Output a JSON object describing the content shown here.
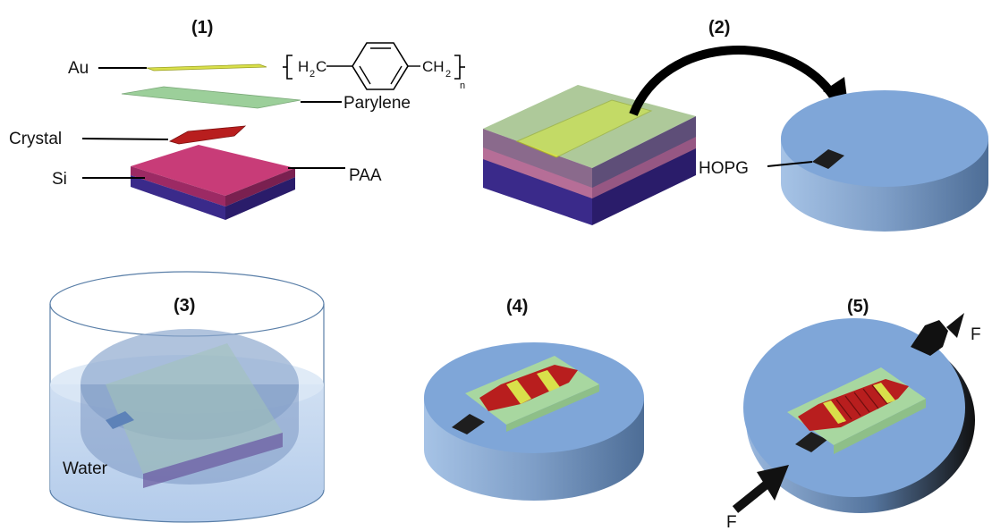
{
  "steps": {
    "s1": "(1)",
    "s2": "(2)",
    "s3": "(3)",
    "s4": "(4)",
    "s5": "(5)"
  },
  "labels": {
    "au": "Au",
    "parylene": "Parylene",
    "crystal": "Crystal",
    "si": "Si",
    "paa": "PAA",
    "hopg": "HOPG",
    "water": "Water",
    "force_top": "F",
    "force_bottom": "F"
  },
  "chemical": {
    "h2_left": "H",
    "sub_left": "2",
    "c_left": "C",
    "ch_right": "CH",
    "sub_right": "2",
    "n": "n"
  },
  "colors": {
    "au": "#d9e04a",
    "parylene": "#9ccf9a",
    "crystal": "#b81e1e",
    "paa": "#c83c78",
    "si": "#3a2a8a",
    "hopg": "#7fa6d8",
    "water": "#a9c4e6"
  }
}
